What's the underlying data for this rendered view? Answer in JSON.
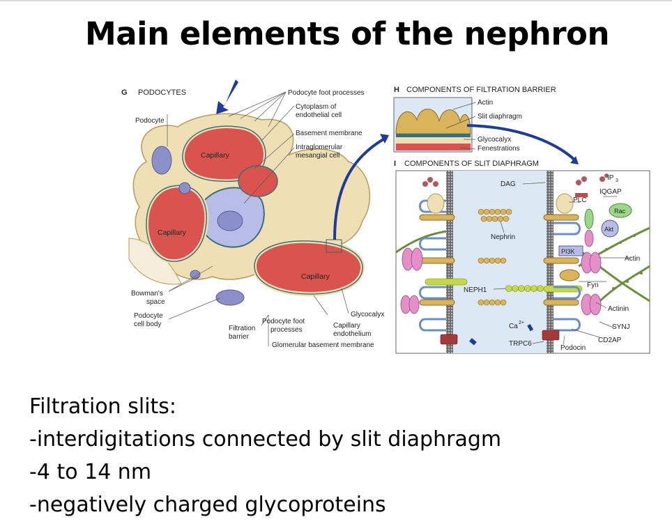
{
  "slide": {
    "title": "Main elements of the nephron",
    "lines": [
      "Filtration slits:",
      "-interdigitations connected by slit diaphragm",
      "-4 to 14 nm",
      "-negatively charged glycoproteins"
    ]
  },
  "figure": {
    "panel_g": {
      "letter": "G",
      "title": "PODOCYTES",
      "labels": {
        "podocyte_foot_processes": "Podocyte foot processes",
        "cytoplasm_line1": "Cytoplasm of",
        "cytoplasm_line2": "endothelial cell",
        "basement_membrane": "Basement membrane",
        "mesangial_line1": "Intraglomerular",
        "mesangial_line2": "mesangial cell",
        "podocyte": "Podocyte",
        "capillary": "Capillary",
        "bowmans_line1": "Bowman's",
        "bowmans_line2": "space",
        "podocyte_cell_body_line1": "Podocyte",
        "podocyte_cell_body_line2": "cell body",
        "filtration_line1": "Filtration",
        "filtration_line2": "barrier",
        "podocyte_foot_line1": "Podocyte foot",
        "podocyte_foot_line2": "processes",
        "capillary_endo_line1": "Capillary",
        "capillary_endo_line2": "endothelium",
        "glycocalyx": "Glycocalyx",
        "gbm": "Glomerular basement membrane"
      }
    },
    "panel_h": {
      "letter": "H",
      "title": "COMPONENTS OF FILTRATION BARRIER",
      "labels": {
        "actin": "Actin",
        "slit_diaphragm": "Slit diaphragm",
        "glycocalyx": "Glycocalyx",
        "fenestrations": "Fenestrations"
      }
    },
    "panel_i": {
      "letter": "I",
      "title": "COMPONENTS OF SLIT DIAPHRAGM",
      "labels": {
        "dag": "DAG",
        "ip3": "IP",
        "ip3_sub": "3",
        "plc": "PLC",
        "iqgap": "IQGAP",
        "rac": "Rac",
        "akt": "Akt",
        "nephrin": "Nephrin",
        "pi3k": "PI3K",
        "actin": "Actin",
        "fyn": "Fyn",
        "neph1": "NEPH1",
        "actinin": "Actinin",
        "ca": "Ca",
        "ca_sup": "2+",
        "synj": "SYNJ",
        "trpc6": "TRPC6",
        "podocin": "Podocin",
        "cd2ap": "CD2AP"
      }
    },
    "colors": {
      "podocyte": "#eedfb4",
      "podocyte_edge": "#b89a5a",
      "capillary": "#d9544f",
      "endothelium_edge": "#9c2b2b",
      "gbm": "#3d6f78",
      "mesangial": "#b7bde6",
      "arrow": "#1c3c9a",
      "slit_bg": "#dde8f5"
    }
  }
}
